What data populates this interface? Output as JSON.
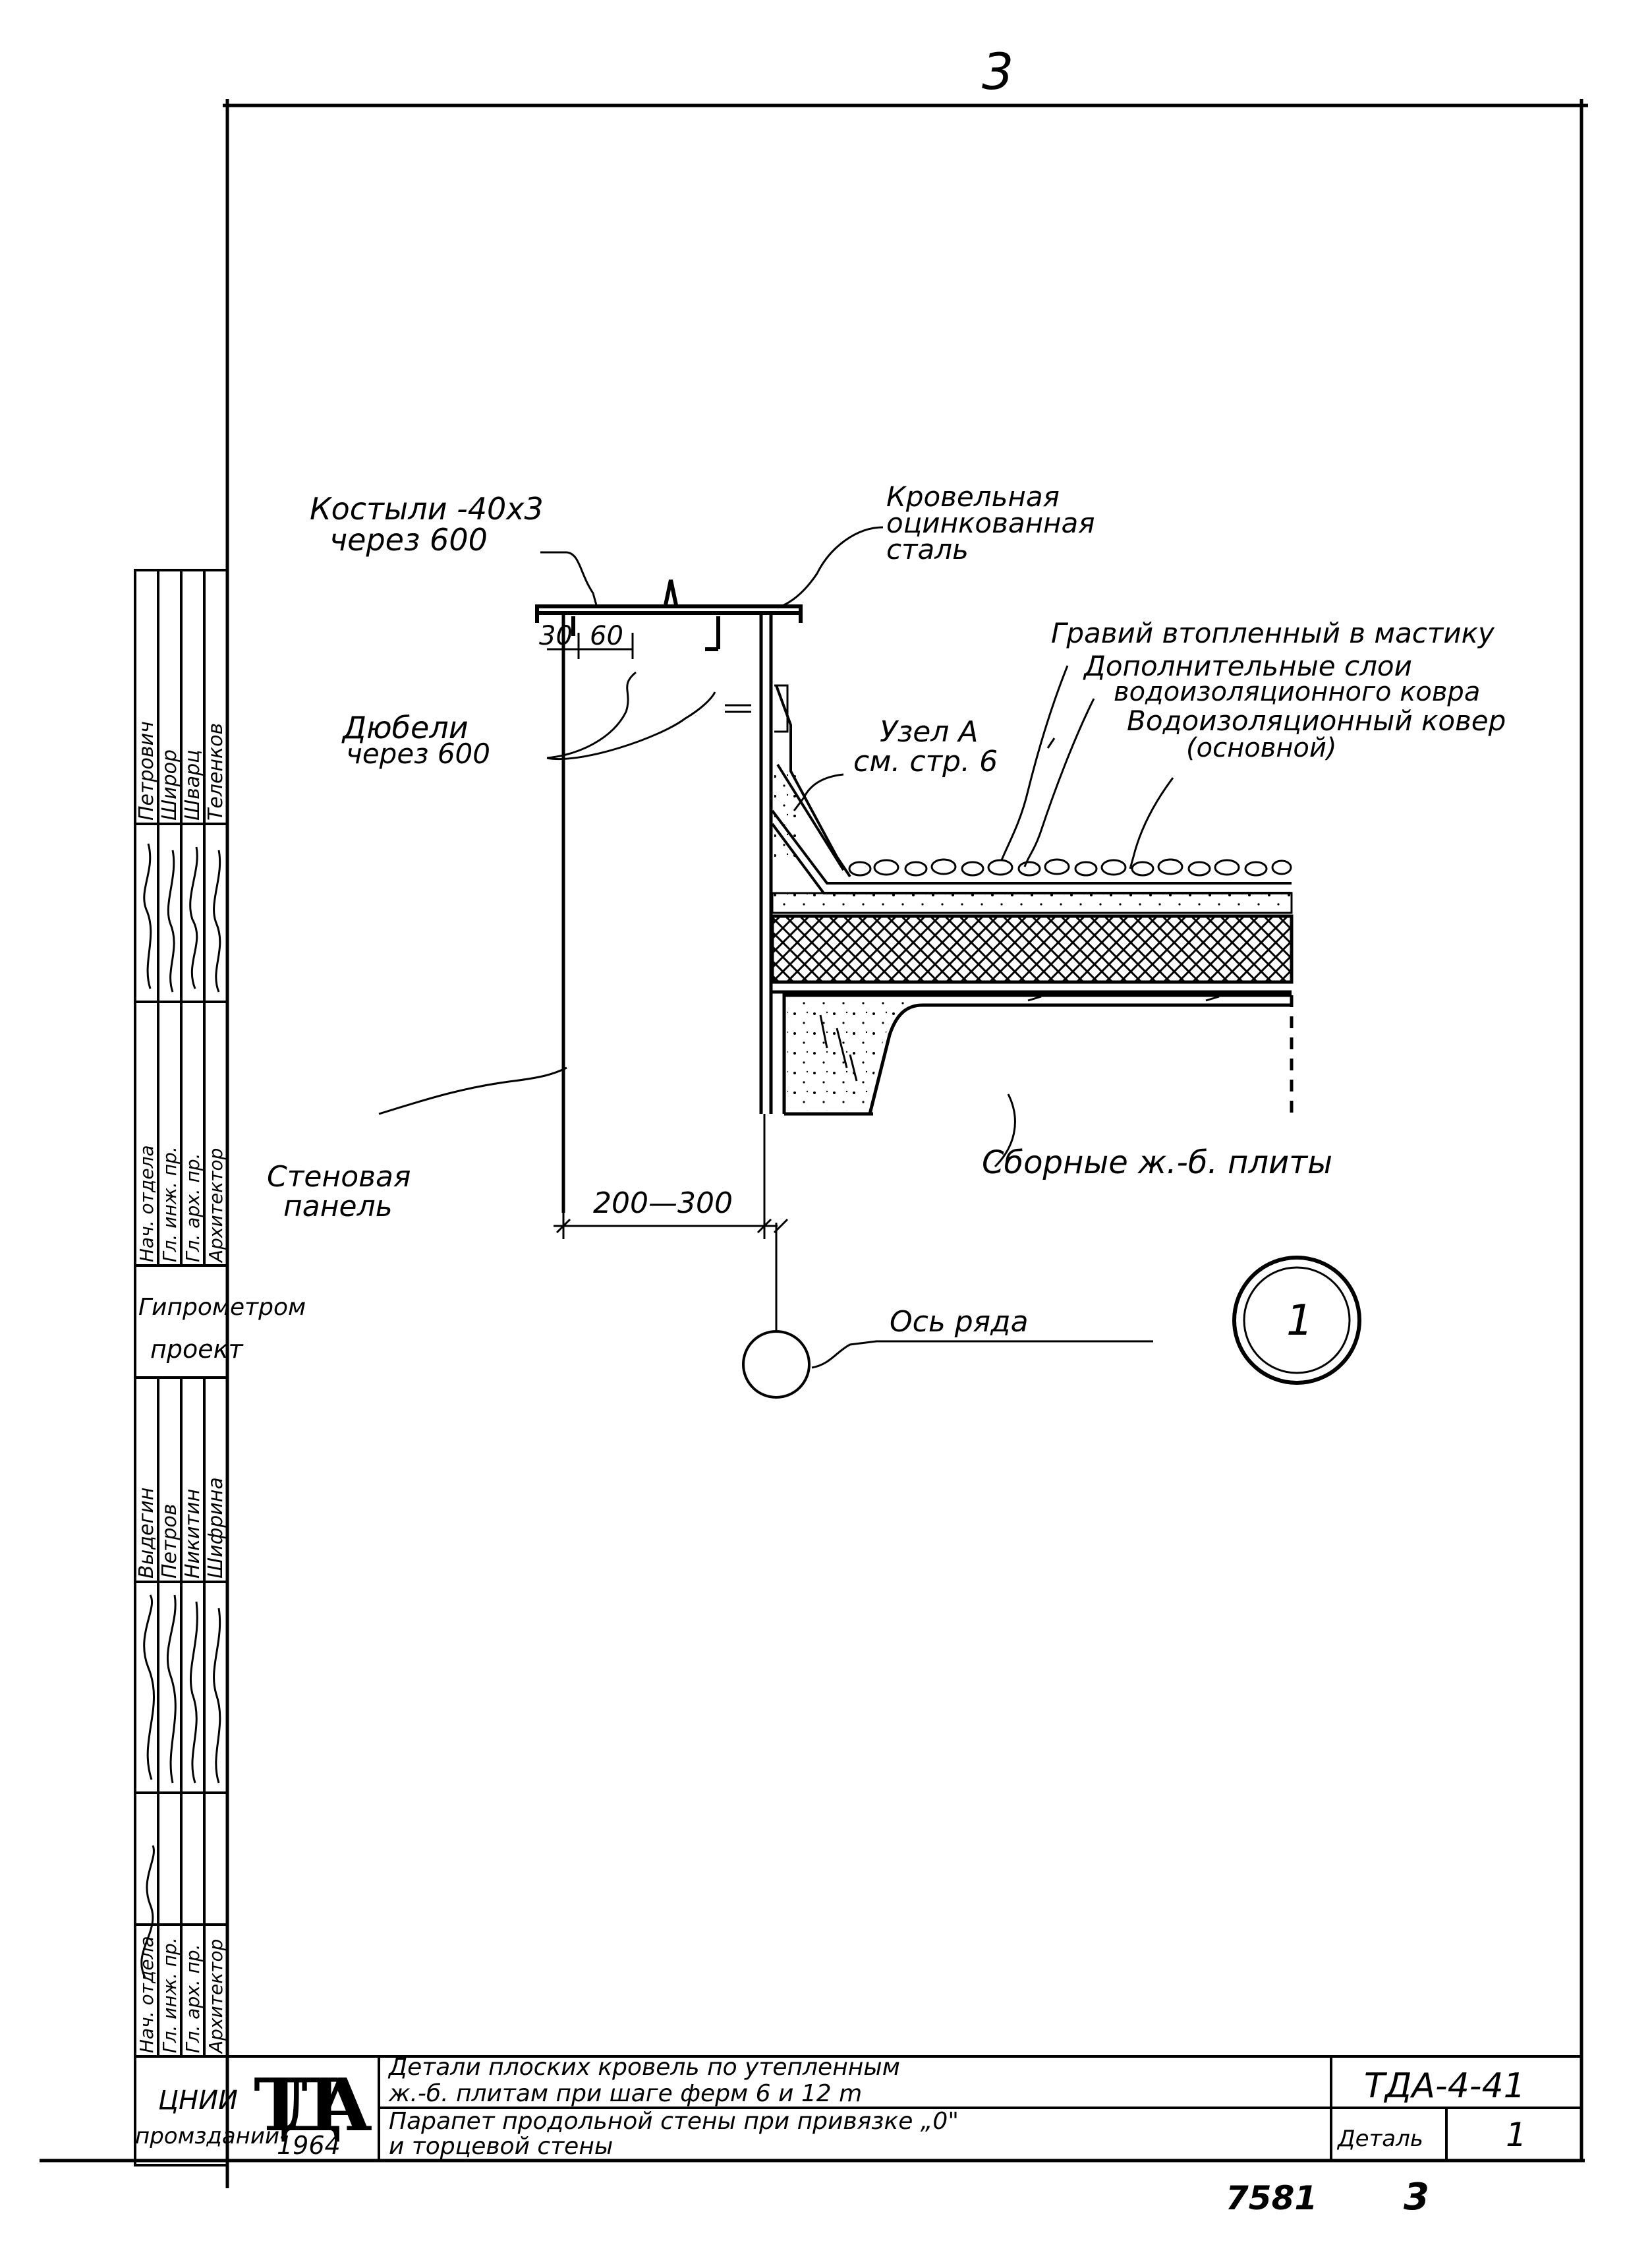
{
  "page": {
    "page_number_top": "3",
    "page_number_bottom": "3",
    "archive_number": "7581"
  },
  "labels": {
    "kostyli_1": "Костыли -40х3",
    "kostyli_2": "через 600",
    "krovel_1": "Кровельная",
    "krovel_2": "оцинкованная",
    "krovel_3": "сталь",
    "dim_30": "30",
    "dim_60": "60",
    "dyubeli_1": "Дюбели",
    "dyubeli_2": "через 600",
    "gravii": "Гравий втопленный в мастику",
    "dop_1": "Дополнительные слои",
    "dop_2": "водоизоляционного ковра",
    "vodo_1": "Водоизоляционный ковер",
    "vodo_2": "(основной)",
    "uzel_1": "Узел А",
    "uzel_2": "см. стр. 6",
    "stenovaya_1": "Стеновая",
    "stenovaya_2": "панель",
    "dim_200_300": "200—300",
    "svornye": "Сборные ж.-б. плиты",
    "os_ryada": "Ось ряда",
    "detail_marker": "1"
  },
  "side_stamp_upper": {
    "roles": [
      "Нач. отдела",
      "Гл. инж. пр.",
      "Гл. арх. пр.",
      "Архитектор"
    ],
    "names": [
      "Петрович",
      "Широр",
      "Шварц",
      "Теленков"
    ],
    "org_1": "Гипрометром",
    "org_2": "проект"
  },
  "side_stamp_lower": {
    "roles": [
      "Нач. отдела",
      "Гл. инж. пр.",
      "Гл. арх. пр.",
      "Архитектор"
    ],
    "names": [
      "Выдегин",
      "Петров",
      "Никитин",
      "Шифрина"
    ],
    "org_1": "ЦНИИ",
    "org_2": "промзданий"
  },
  "title_block": {
    "logo": "ТДА",
    "year": "1964",
    "title_line1": "Детали плоских кровель по утепленным",
    "title_line2": "ж.-б. плитам при шаге ферм 6 и 12 m",
    "subtitle_line1": "Парапет продольной стены при привязке „0\"",
    "subtitle_line2": "и торцевой стены",
    "code": "ТДА-4-41",
    "detail_label": "Деталь",
    "detail_number": "1"
  }
}
